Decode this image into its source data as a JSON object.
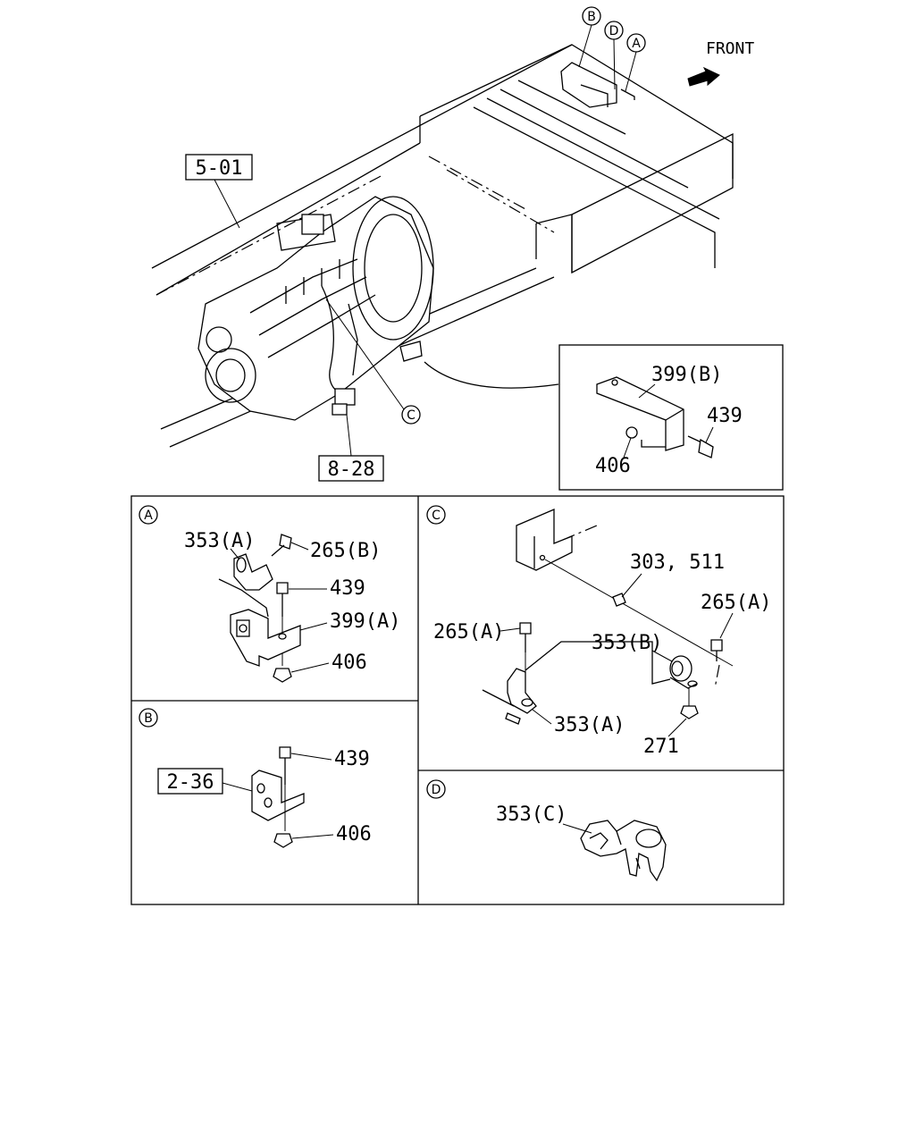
{
  "direction_label": "FRONT",
  "section_refs": [
    "5-01",
    "8-28",
    "2-36"
  ],
  "callouts": {
    "top_B": "B",
    "top_D": "D",
    "top_A": "A",
    "engine_C": "C"
  },
  "inset_bracket": {
    "part_399B": "399(B)",
    "part_439": "439",
    "part_406": "406"
  },
  "panel_A": {
    "tag": "A",
    "parts": [
      "353(A)",
      "265(B)",
      "439",
      "399(A)",
      "406"
    ]
  },
  "panel_B": {
    "tag": "B",
    "ref": "2-36",
    "parts": [
      "439",
      "406"
    ]
  },
  "panel_C": {
    "tag": "C",
    "parts": [
      "303, 511",
      "265(A)",
      "265(A)",
      "353(B)",
      "353(A)",
      "271"
    ]
  },
  "panel_D": {
    "tag": "D",
    "parts": [
      "353(C)"
    ]
  }
}
